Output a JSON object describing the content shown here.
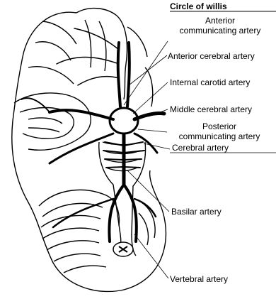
{
  "title": "Circle of willis",
  "labels": {
    "anterior_communicating_1": "Anterior",
    "anterior_communicating_2": "communicating artery",
    "anterior_cerebral": "Anterior cerebral artery",
    "internal_carotid": "Internal carotid artery",
    "middle_cerebral": "Middle cerebral artery",
    "posterior_communicating_1": "Posterior",
    "posterior_communicating_2": "communicating artery",
    "cerebral": "Cerebral artery",
    "basilar": "Basilar artery",
    "vertebral": "Vertebral artery"
  }
}
